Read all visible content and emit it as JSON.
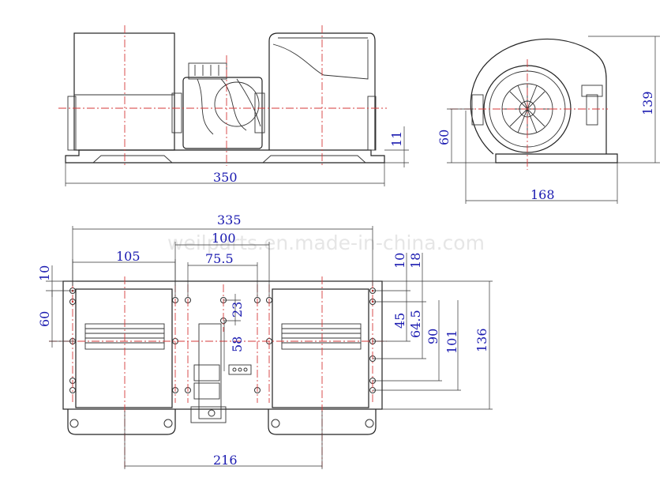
{
  "watermark": "weilparts.en.made-in-china.com",
  "colors": {
    "outline": "#222222",
    "centerline": "#d63a3a",
    "dimension_text": "#1a1ab0",
    "watermark": "#e6e6e6"
  },
  "front_view": {
    "overall_width": "350",
    "foot_height": "11"
  },
  "side_view": {
    "height": "139",
    "shaft_height": "60",
    "width": "168"
  },
  "bottom_view": {
    "overall_length": "335",
    "span_100": "100",
    "span_105": "105",
    "span_75_5": "75.5",
    "span_216": "216",
    "left_10": "10",
    "left_60": "60",
    "mid_23": "23",
    "mid_58": "58",
    "right_10": "10",
    "right_18": "18",
    "right_45": "45",
    "right_64_5": "64.5",
    "right_90": "90",
    "right_101": "101",
    "right_136": "136"
  }
}
